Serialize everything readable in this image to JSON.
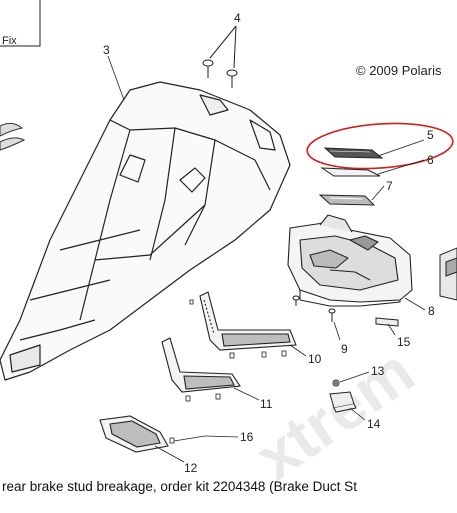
{
  "corner_label": "Fix",
  "copyright": "© 2009 Polaris",
  "caption": "rear brake stud breakage, order kit 2204348 (Brake Duct St",
  "watermark": "xtrem",
  "callouts": {
    "c3": "3",
    "c4": "4",
    "c5": "5",
    "c6": "6",
    "c7": "7",
    "c8": "8",
    "c9": "9",
    "c10": "10",
    "c11": "11",
    "c12": "12",
    "c13": "13",
    "c14": "14",
    "c15": "15",
    "c16": "16"
  },
  "colors": {
    "line": "#222222",
    "highlight": "#d0201e",
    "watermark": "#cfcfcf"
  }
}
